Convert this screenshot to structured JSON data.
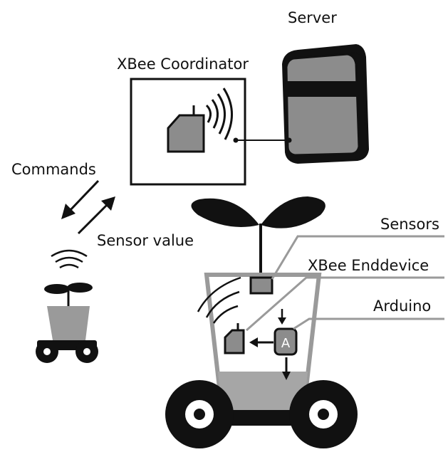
{
  "labels": {
    "server": "Server",
    "coordinator": "XBee Coordinator",
    "commands": "Commands",
    "sensor_value": "Sensor value",
    "sensors": "Sensors",
    "enddevice": "XBee Enddevice",
    "arduino": "Arduino",
    "arduino_chip": "A"
  },
  "colors": {
    "dark": "#111111",
    "shape_fill": "#8c8c8c",
    "pot_border": "#9a9a9a",
    "soil": "#a6a6a6"
  }
}
